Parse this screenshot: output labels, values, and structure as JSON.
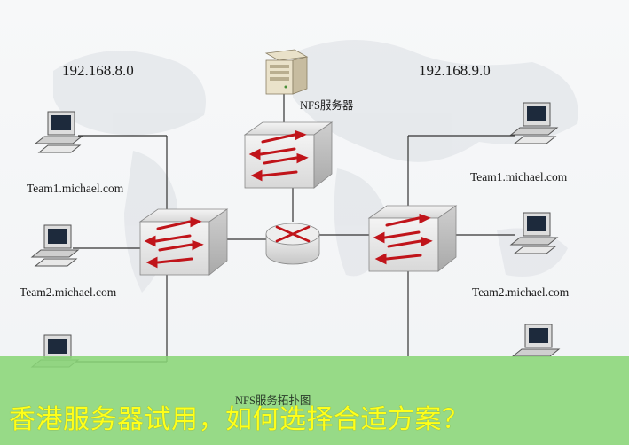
{
  "diagram": {
    "networks": {
      "left": "192.168.8.0",
      "right": "192.168.9.0"
    },
    "nfs_server_label": "NFS服务器",
    "hosts_left": [
      "Team1.michael.com",
      "Team2.michael.com"
    ],
    "hosts_right": [
      "Team1.michael.com",
      "Team2.michael.com"
    ],
    "caption": "NFS服务拓扑图"
  },
  "banner": {
    "title": "香港服务器试用，如何选择合适方案？"
  },
  "colors": {
    "banner_bg": "#8ad678",
    "banner_text": "#ffff1a",
    "arrow_red": "#c0141a"
  }
}
